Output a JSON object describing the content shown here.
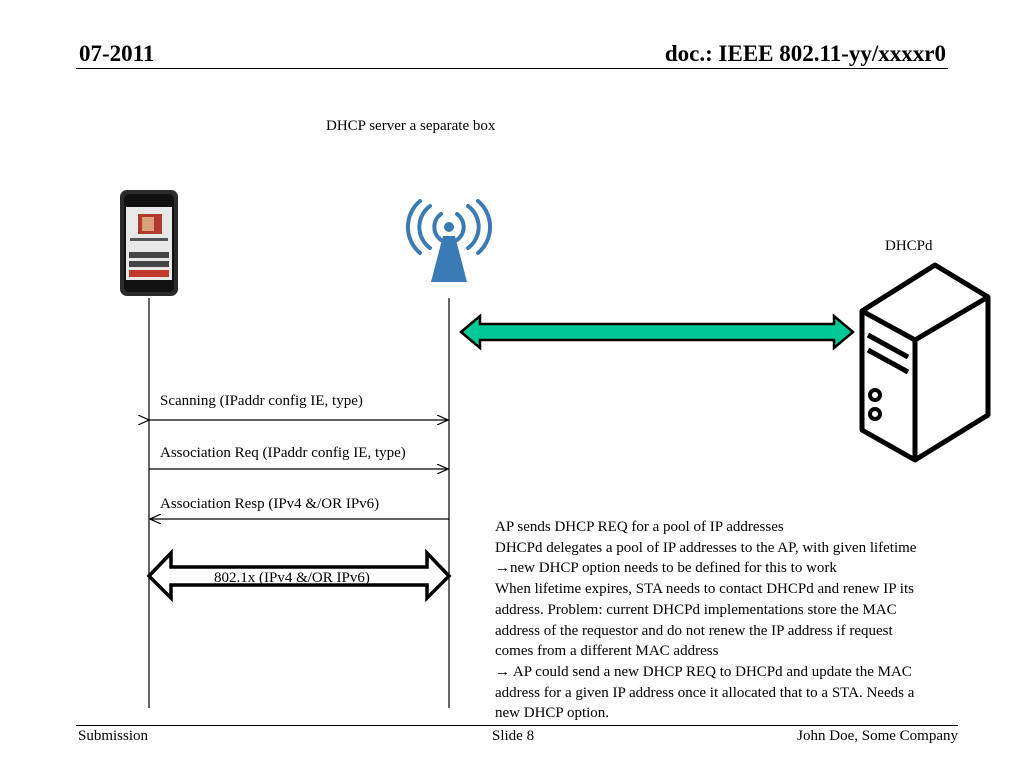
{
  "header": {
    "date": "07-2011",
    "doc": "doc.: IEEE 802.11-yy/xxxxr0"
  },
  "diagram": {
    "subtitle": "DHCP server a separate box",
    "server_label": "DHCPd",
    "messages": [
      {
        "label": "Scanning (IPaddr config IE, type)"
      },
      {
        "label": "Association Req (IPaddr config IE, type)"
      },
      {
        "label": "Association Resp (IPv4 &/OR IPv6)"
      }
    ],
    "dot1x_label": "802.1x (IPv4 &/OR IPv6)",
    "icons": {
      "phone": "mobile-phone-icon",
      "ap": "wireless-antenna-icon",
      "server": "server-tower-icon"
    },
    "colors": {
      "exchange_arrow": "#00c896",
      "antenna": "#3a7ab5"
    }
  },
  "notes": [
    "AP sends DHCP REQ for a pool of IP addresses",
    "DHCPd delegates a pool of IP addresses to the AP, with given lifetime",
    "→new DHCP option needs to be defined for this to work",
    "When lifetime expires, STA needs to contact DHCPd and renew IP its",
    "address. Problem: current DHCPd implementations store the MAC",
    "address of the requestor and do not renew the IP address if request",
    "comes from a different MAC address",
    "→ AP could send a new DHCP REQ to DHCPd and update the MAC",
    "address for a given IP address once it allocated that to a STA. Needs a",
    "new DHCP option."
  ],
  "footer": {
    "left": "Submission",
    "center": "Slide 8",
    "right": "John Doe, Some Company"
  }
}
